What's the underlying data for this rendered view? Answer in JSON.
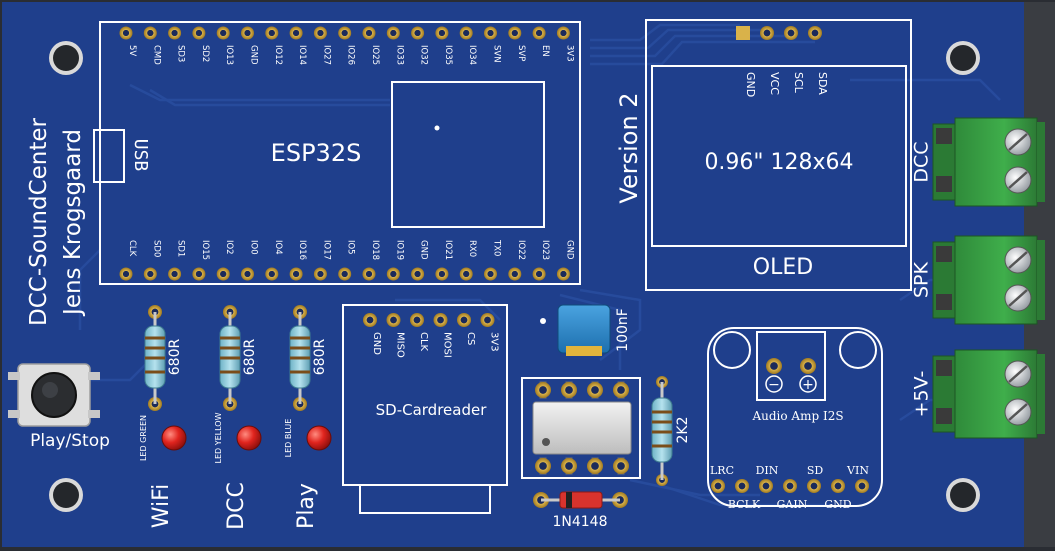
{
  "board": {
    "color": "#1f3f8c",
    "title_line1": "DCC-SoundCenter",
    "title_line2": "Jens Krogsgaard",
    "version": "Version 2"
  },
  "esp32": {
    "label": "ESP32S",
    "usb_label": "USB",
    "top_pins": [
      "5V",
      "CMD",
      "SD3",
      "SD2",
      "IO13",
      "GND",
      "IO12",
      "IO14",
      "IO27",
      "IO26",
      "IO25",
      "IO33",
      "IO32",
      "IO35",
      "IO34",
      "SVN",
      "SVP",
      "EN",
      "3V3"
    ],
    "bottom_pins": [
      "CLK",
      "SD0",
      "SD1",
      "IO15",
      "IO2",
      "IO0",
      "IO4",
      "IO16",
      "IO17",
      "IO5",
      "IO18",
      "IO19",
      "GND",
      "IO21",
      "RX0",
      "TX0",
      "IO22",
      "IO23",
      "GND"
    ]
  },
  "oled": {
    "pins": [
      "GND",
      "VCC",
      "SCL",
      "SDA"
    ],
    "size_label": "0.96\" 128x64",
    "label": "OLED"
  },
  "sd": {
    "pins": [
      "GND",
      "MISO",
      "CLK",
      "MOSI",
      "CS",
      "3V3"
    ],
    "label": "SD-Cardreader"
  },
  "amp": {
    "label": "Audio Amp I2S",
    "top_row": [
      "LRC",
      "DIN",
      "SD",
      "VIN"
    ],
    "bottom_row": [
      "BCLK",
      "GAIN",
      "GND"
    ],
    "minus": "−",
    "plus": "+"
  },
  "terminals": [
    {
      "label": "DCC"
    },
    {
      "label": "SPK"
    },
    {
      "label": "+5V-"
    }
  ],
  "leds": [
    {
      "resistor": "680R",
      "led": "LED GREEN",
      "name": "WiFi",
      "color": "#e0241e"
    },
    {
      "resistor": "680R",
      "led": "LED YELLOW",
      "name": "DCC",
      "color": "#e0241e"
    },
    {
      "resistor": "680R",
      "led": "LED BLUE",
      "name": "Play",
      "color": "#e0241e"
    }
  ],
  "button": {
    "label": "Play/Stop"
  },
  "capacitor": {
    "label": "100nF"
  },
  "resistor_2k2": {
    "label": "2K2"
  },
  "diode": {
    "label": "1N4148"
  }
}
